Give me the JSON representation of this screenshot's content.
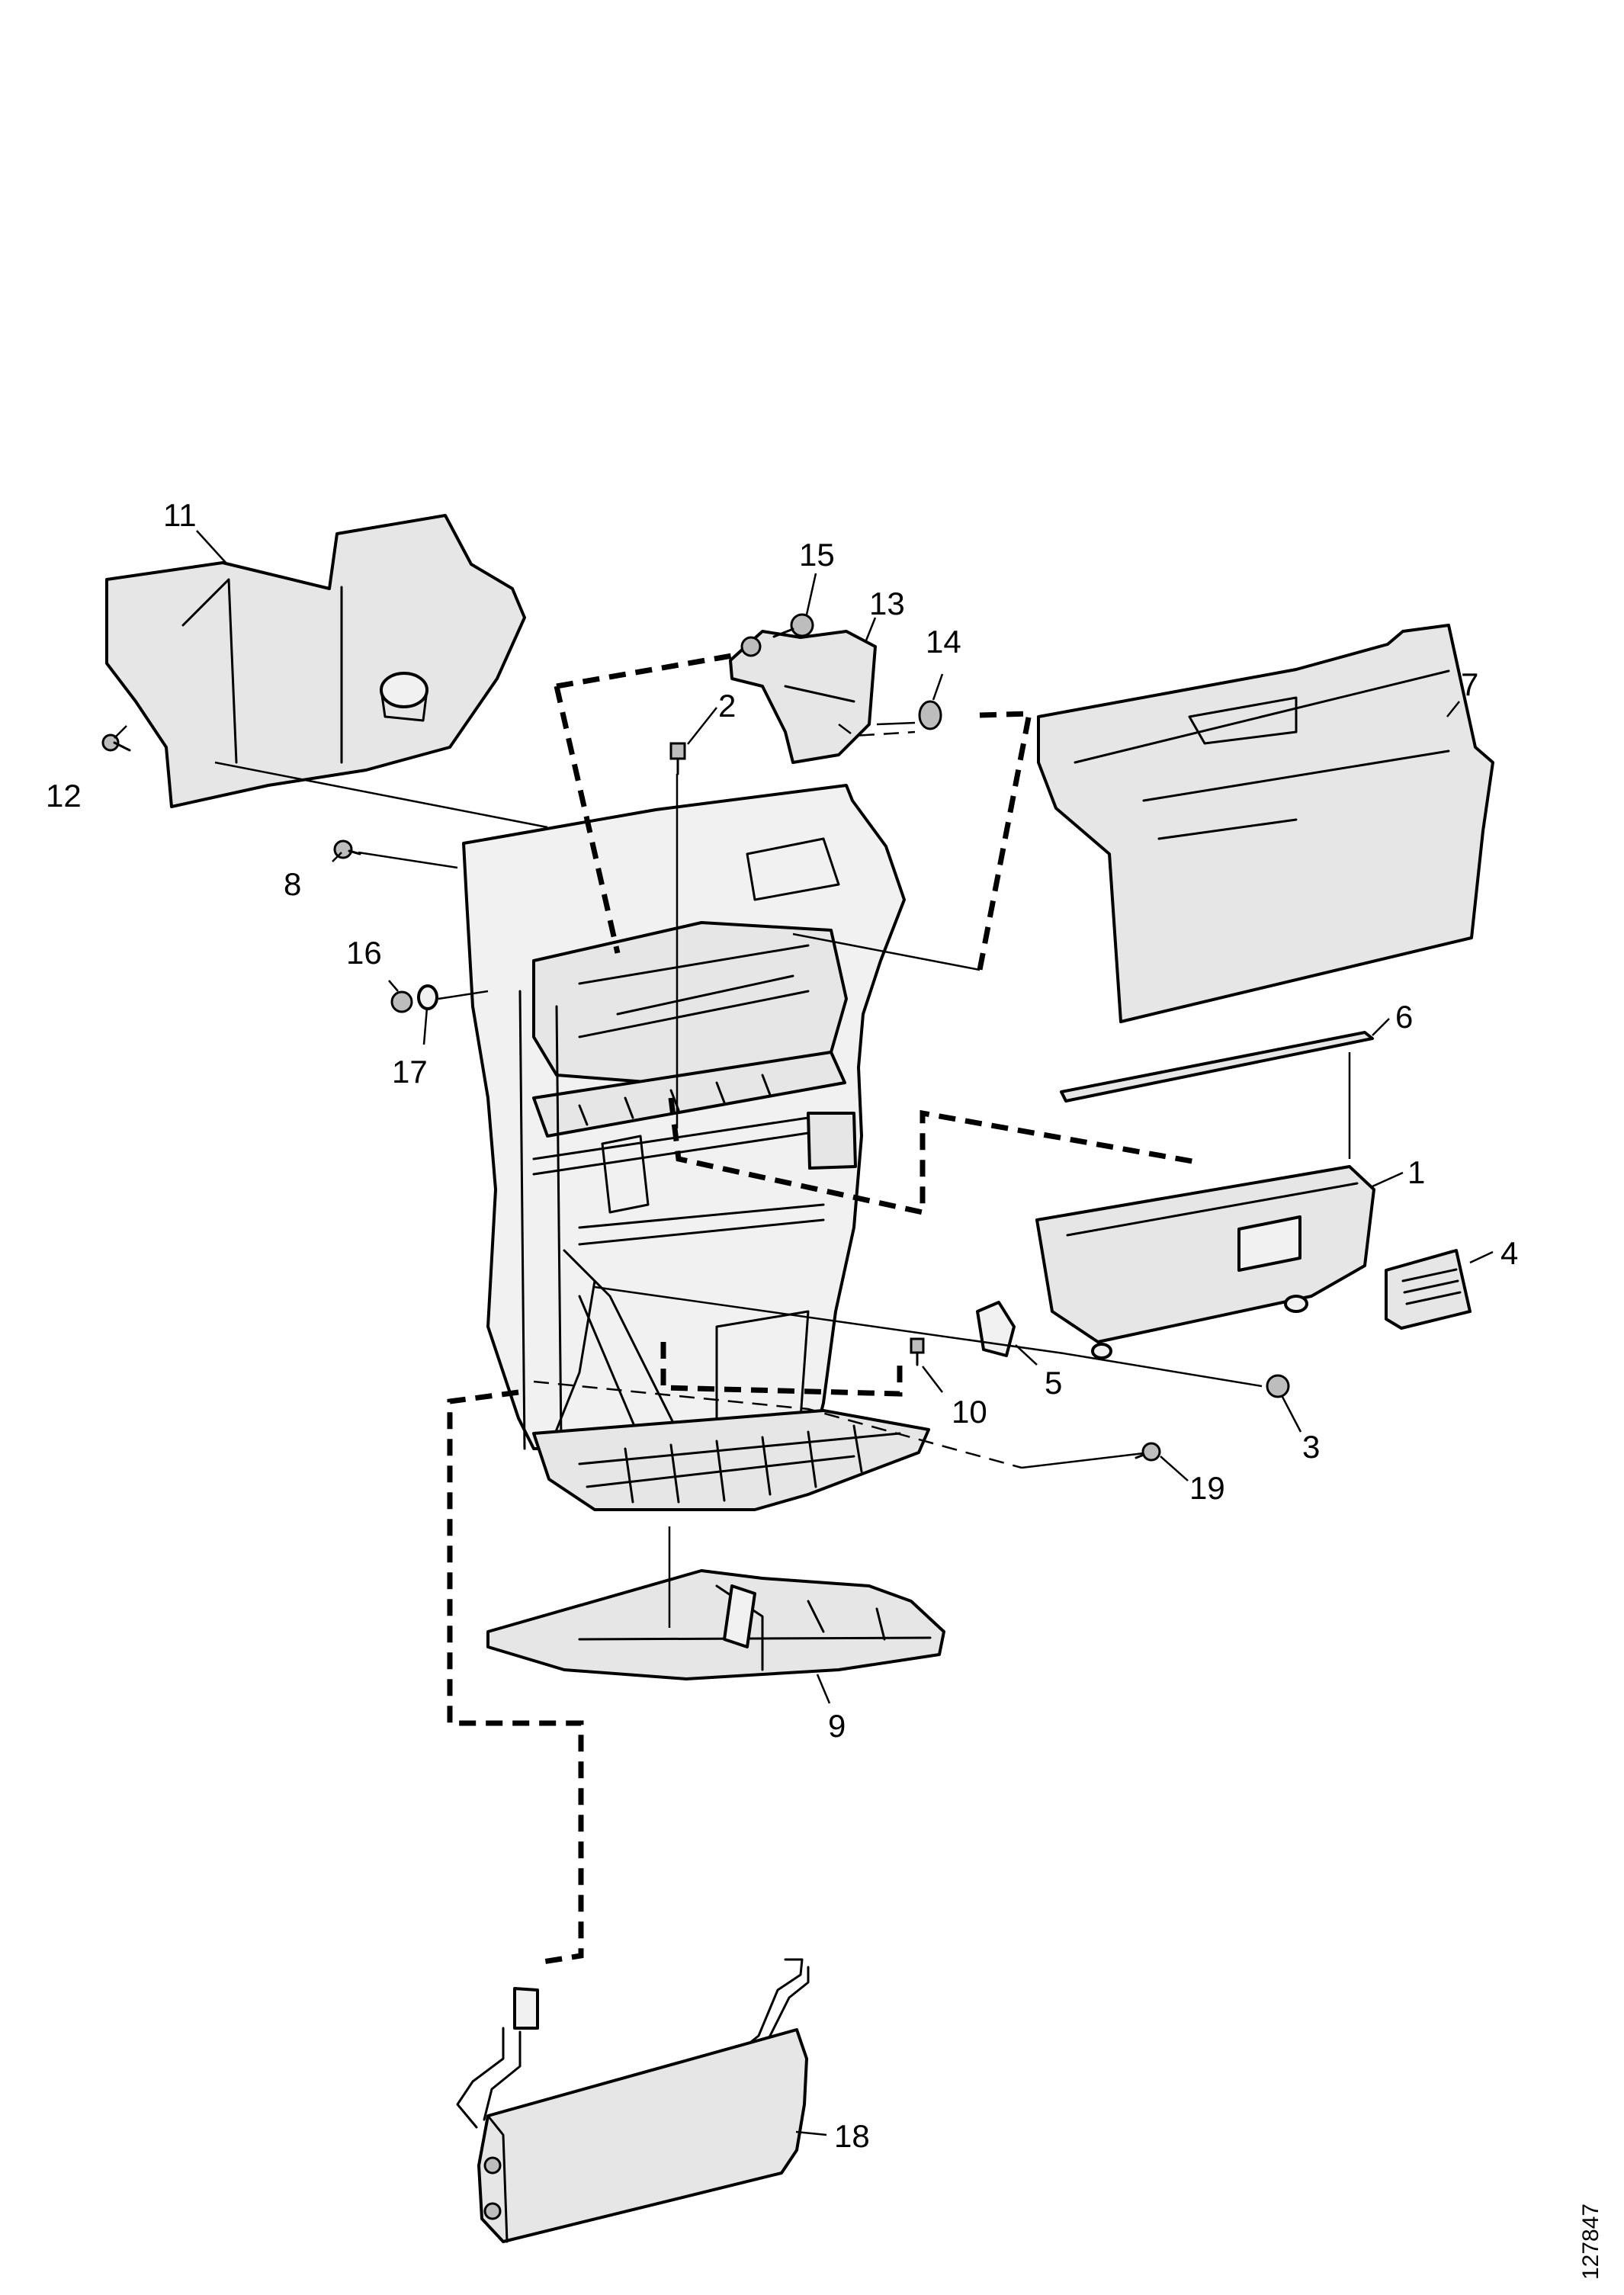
{
  "figure_id": "127847",
  "callouts": {
    "c1": "1",
    "c2": "2",
    "c3": "3",
    "c4": "4",
    "c5": "5",
    "c6": "6",
    "c7": "7",
    "c8": "8",
    "c9": "9",
    "c10": "10",
    "c11": "11",
    "c12": "12",
    "c13": "13",
    "c14": "14",
    "c15": "15",
    "c16": "16",
    "c17": "17",
    "c18": "18",
    "c19": "19"
  }
}
